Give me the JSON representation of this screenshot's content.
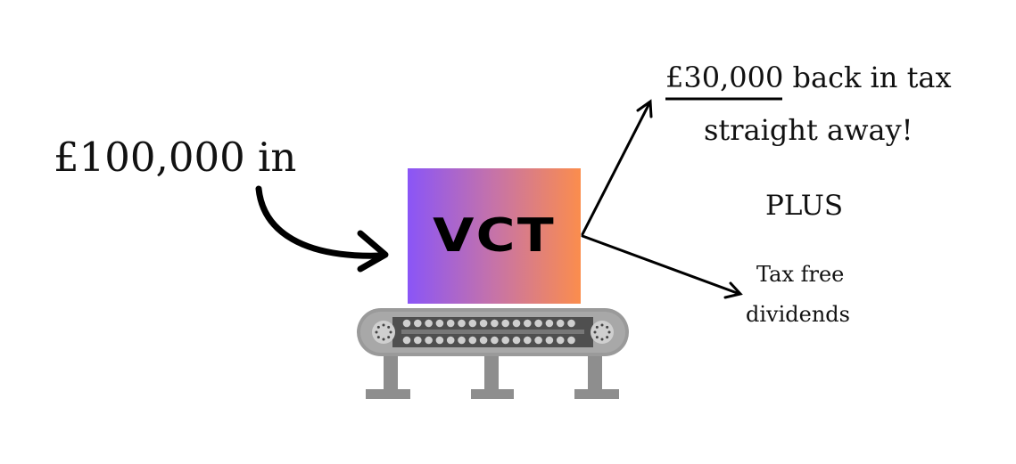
{
  "input_label": "£100,000 in",
  "box_label": "VCT",
  "benefits": {
    "tax_back_amount": "£30,000",
    "tax_back_rest": " back in tax",
    "tax_back_line2": "straight away!",
    "plus": "PLUS",
    "dividends_line1": "Tax free",
    "dividends_line2": "dividends"
  },
  "colors": {
    "gradient_start": "#8a55f7",
    "gradient_end": "#fb8d4d",
    "conveyor": "#999999",
    "conveyor_dark": "#555555"
  }
}
